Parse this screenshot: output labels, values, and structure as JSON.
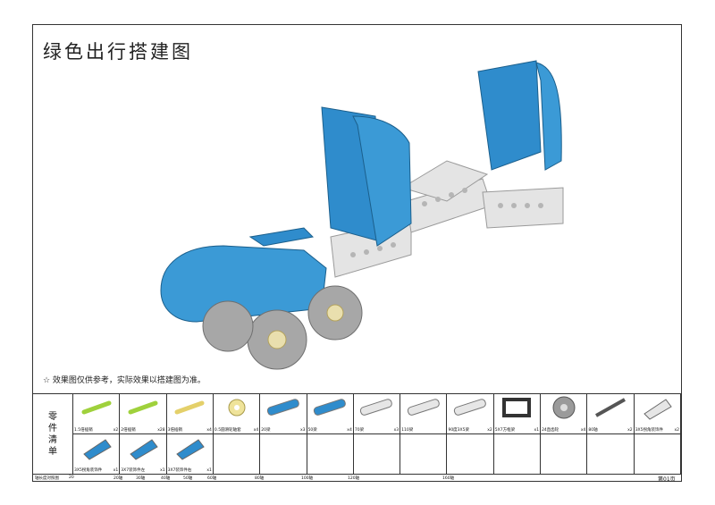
{
  "title": "绿色出行搭建图",
  "note": "☆ 效果图仅供参考，实际效果以搭建图为准。",
  "parts_label": [
    "零",
    "件",
    "清",
    "单"
  ],
  "parts": [
    {
      "name": "1.5倍插销",
      "qty": "x2",
      "icon": "green-pin-short-icon",
      "color": "#9fd13c"
    },
    {
      "name": "2倍插销",
      "qty": "x28",
      "icon": "green-pin-icon",
      "color": "#9fd13c"
    },
    {
      "name": "3倍插销",
      "qty": "x4",
      "icon": "tan-pin-long-icon",
      "color": "#e4d06a"
    },
    {
      "name": "0.5圆滑轮轴套",
      "qty": "x4",
      "icon": "bushing-icon",
      "color": "#efe39a"
    },
    {
      "name": "20梁",
      "qty": "x3",
      "icon": "blue-beam-2-icon",
      "color": "#2f8ccc"
    },
    {
      "name": "50梁",
      "qty": "x4",
      "icon": "blue-beam-5-icon",
      "color": "#2f8ccc"
    },
    {
      "name": "70梁",
      "qty": "x3",
      "icon": "white-beam-7-icon",
      "color": "#e6e6e6"
    },
    {
      "name": "110梁",
      "qty": "",
      "icon": "white-beam-11-icon",
      "color": "#e6e6e6"
    },
    {
      "name": "90度3X5梁",
      "qty": "x2",
      "icon": "angle-beam-icon",
      "color": "#e6e6e6"
    },
    {
      "name": "5X7方框梁",
      "qty": "x1",
      "icon": "frame-icon",
      "color": "#333333"
    },
    {
      "name": "24直齿轮",
      "qty": "x4",
      "icon": "gear-icon",
      "color": "#9a9a9a"
    },
    {
      "name": "80轴",
      "qty": "x2",
      "icon": "axle-icon",
      "color": "#555555"
    },
    {
      "name": "3X5拐角装饰件",
      "qty": "x2",
      "icon": "white-panel-icon",
      "color": "#e6e6e6"
    },
    {
      "name": "3X5拐角装饰件",
      "qty": "x1",
      "icon": "blue-panel-icon",
      "color": "#2f8ccc"
    },
    {
      "name": "3X7装饰件左",
      "qty": "x1",
      "icon": "blue-panel-left-icon",
      "color": "#2f8ccc"
    },
    {
      "name": "3X7装饰件右",
      "qty": "x1",
      "icon": "blue-panel-right-icon",
      "color": "#2f8ccc"
    }
  ],
  "axle_ruler": {
    "label": "轴长度对照图",
    "marks": [
      "20",
      "20轴",
      "30轴",
      "40轴",
      "50轴",
      "60轴",
      "80轴",
      "100轴",
      "120轴",
      "160轴"
    ]
  },
  "page_no": "第01页"
}
